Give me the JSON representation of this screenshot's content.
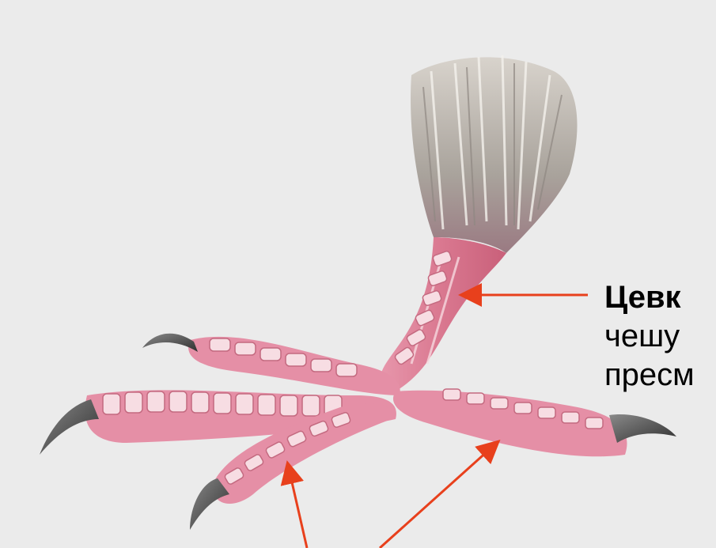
{
  "caption": {
    "term": "Цевк",
    "line2": "чешу",
    "line3": "пресм"
  },
  "colors": {
    "background": "#ebebeb",
    "arrow": "#e8401c",
    "skin": "#e58fa6",
    "claw": "#4a4a4a",
    "feathers": "#b9b4ad"
  },
  "icons": {
    "illustration": "bird-foot-illustration"
  }
}
